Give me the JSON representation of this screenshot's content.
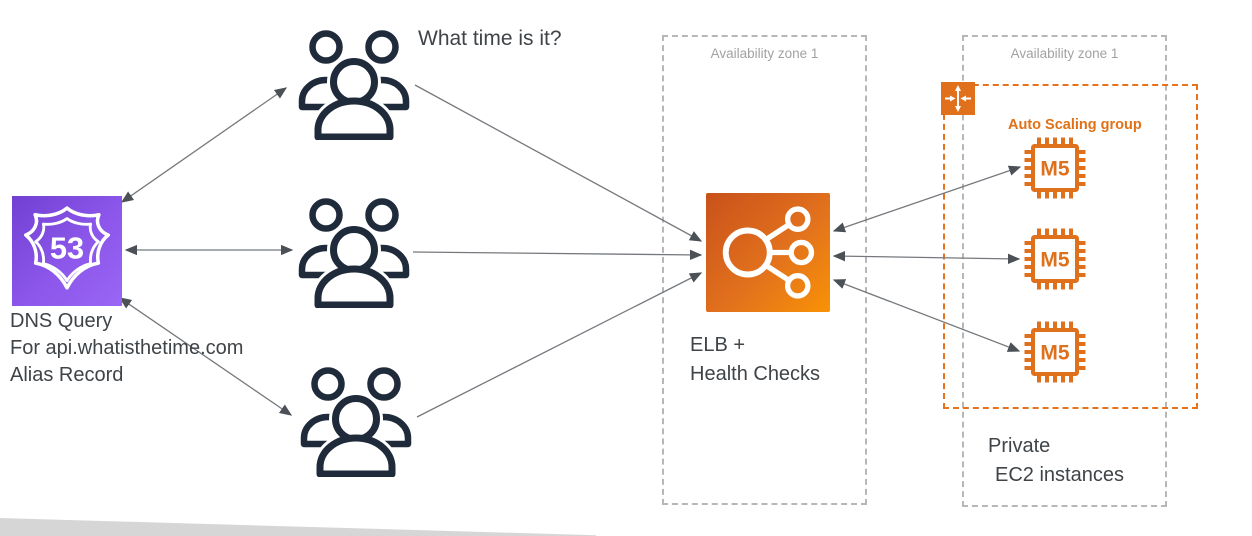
{
  "diagram": {
    "route53": {
      "icon_text": "53",
      "caption_line1": "DNS Query",
      "caption_line2": "For api.whatisthetime.com",
      "caption_line3": "Alias Record"
    },
    "question_text": "What time is it?",
    "elb": {
      "caption_line1": "ELB +",
      "caption_line2": "Health Checks"
    },
    "az_left_label": "Availability zone 1",
    "az_right_label": "Availability zone 1",
    "asg_label": "Auto Scaling group",
    "instances": [
      {
        "label": "M5"
      },
      {
        "label": "M5"
      },
      {
        "label": "M5"
      }
    ],
    "private_caption_line1": "Private",
    "private_caption_line2": "EC2 instances",
    "colors": {
      "route53_purple_dark": "#7140d2",
      "route53_purple_light": "#9a66f5",
      "elb_orange_dark": "#c8511b",
      "elb_orange_light": "#f99206",
      "asg_orange": "#e8721c",
      "users_navy": "#1f2b3a",
      "zone_border_gray": "#b7b7b7",
      "arrow_gray": "#6f7478"
    }
  }
}
